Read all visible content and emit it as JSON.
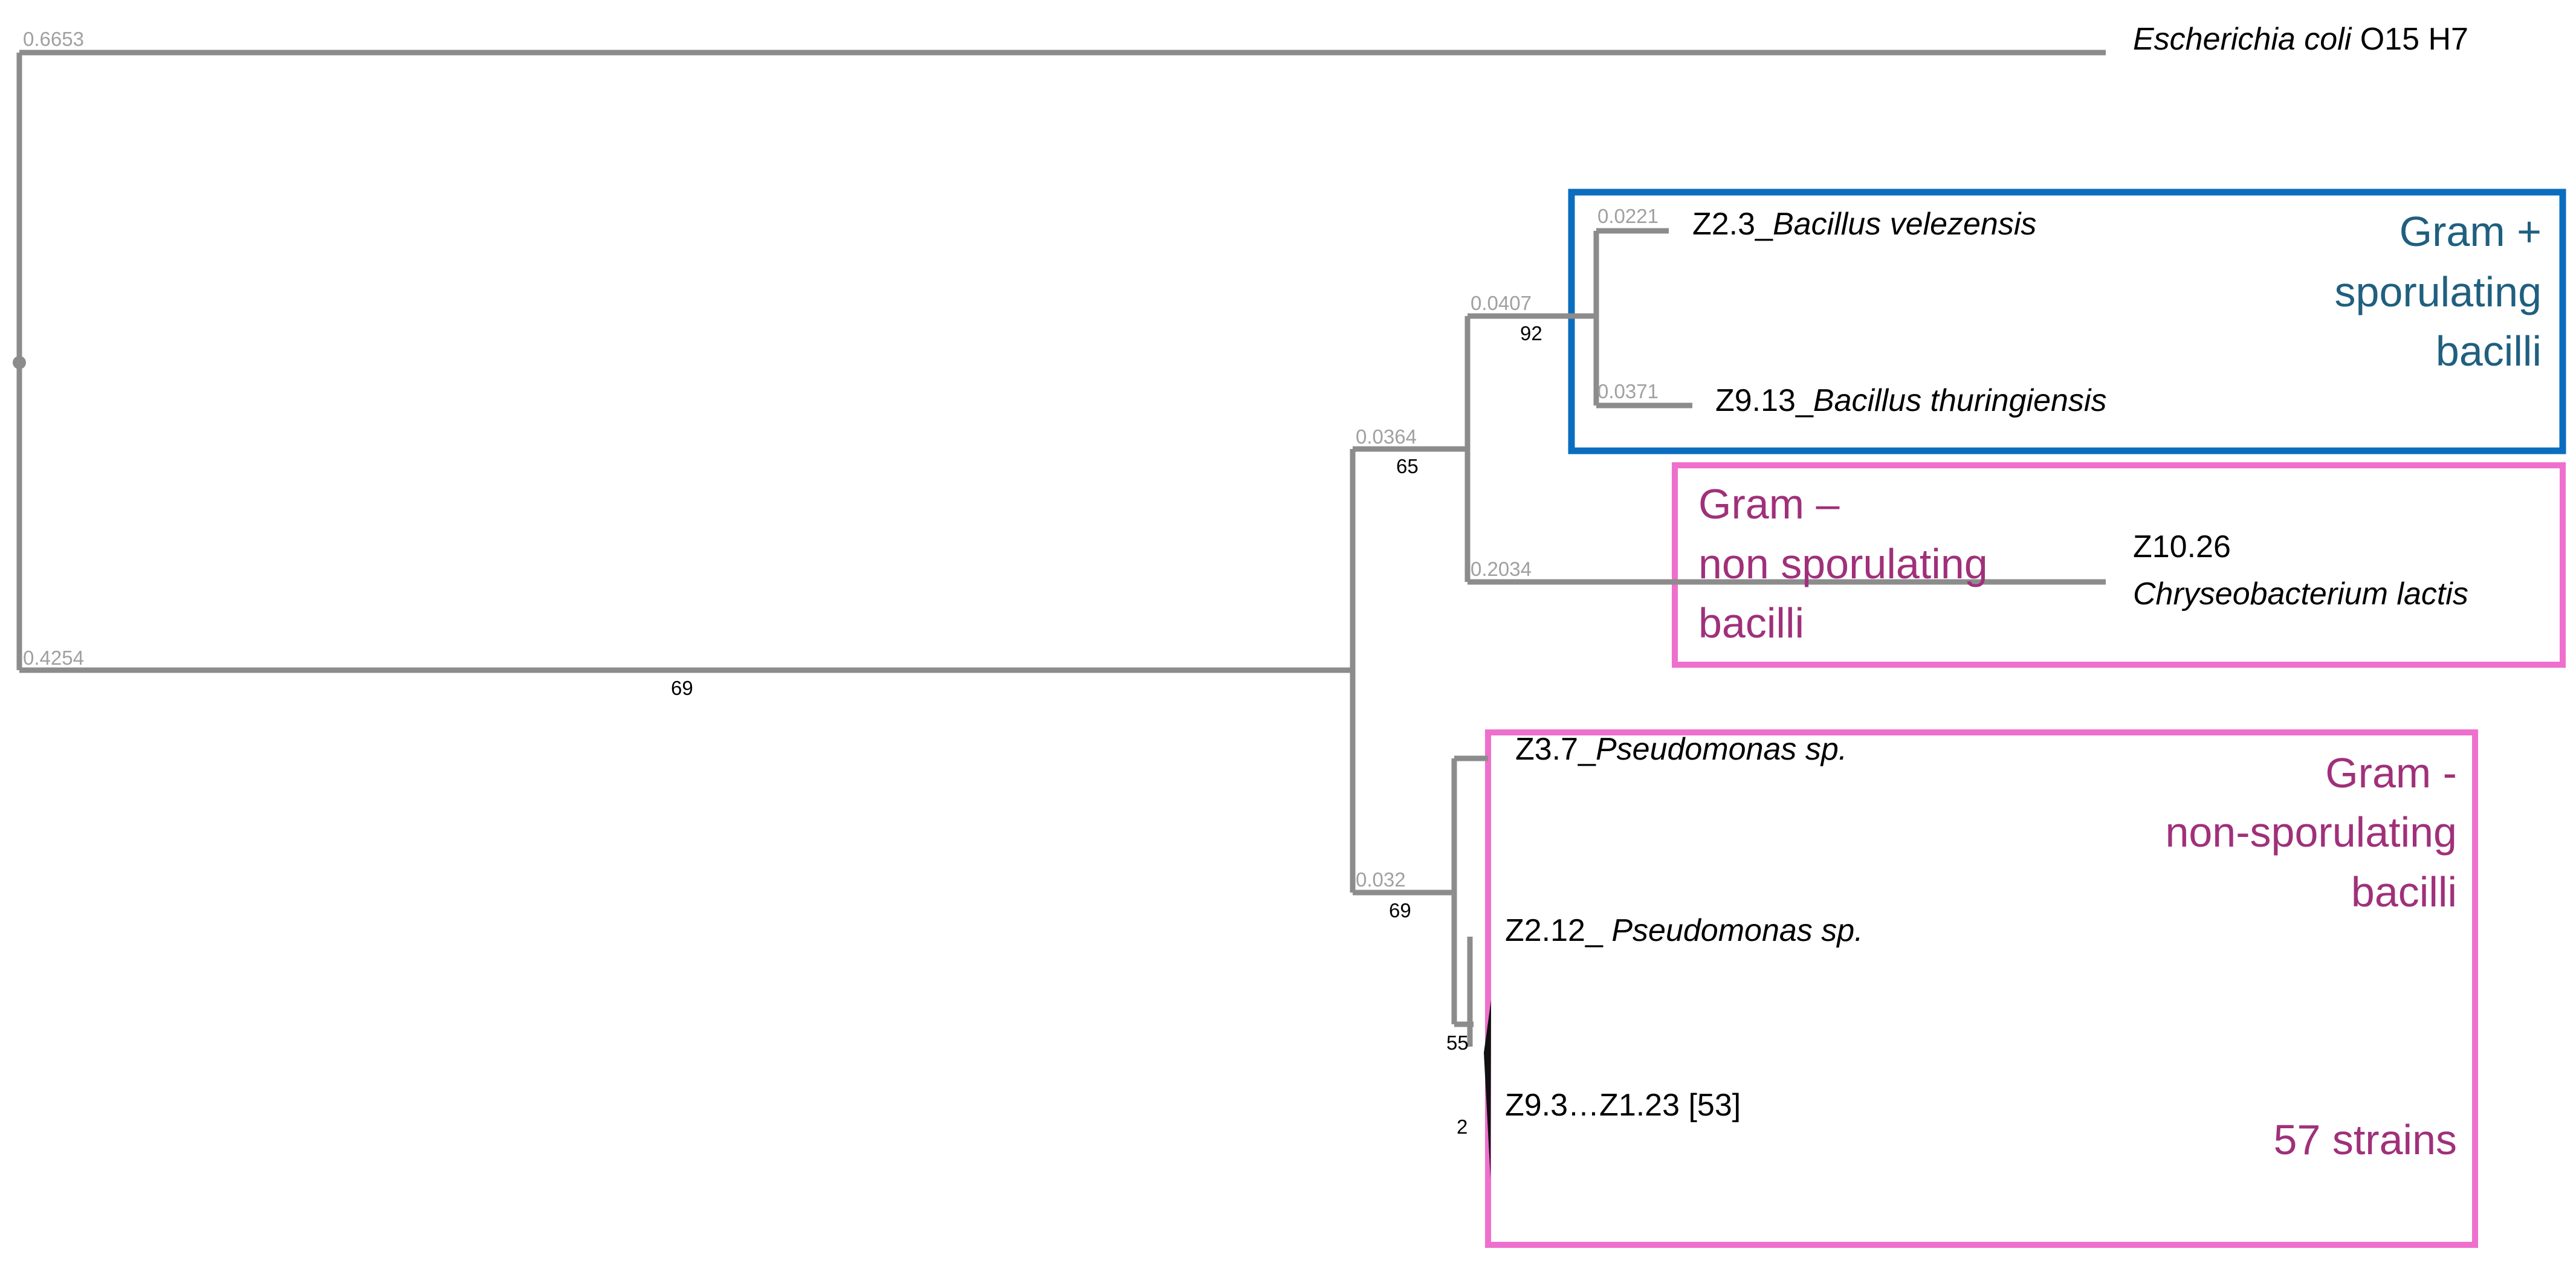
{
  "tree": {
    "colors": {
      "branch": "#8c8c8c",
      "branch_length_label": "#a0a0a0",
      "blue_box": "#0b6dbf",
      "blue_text": "#1f5f7f",
      "pink_box": "#ef6fcd",
      "pink_text": "#a0307a"
    },
    "branch_lengths": {
      "ecoli": "0.6653",
      "ingroup": "0.4254",
      "firmicutes_clade": "0.0364",
      "bacillus_pair": "0.0407",
      "b_velezensis": "0.0221",
      "b_thuringiensis": "0.0371",
      "chryseobacterium": "0.2034",
      "pseudomonas_clade": "0.032"
    },
    "bootstrap": {
      "ingroup": "69",
      "firmicutes_clade": "65",
      "bacillus_pair": "92",
      "pseudomonas_clade": "69",
      "pseudomonas_inner": "55",
      "collapsed": "2"
    },
    "tips": {
      "ecoli_name": "Escherichia coli",
      "ecoli_strain": " O15 H7",
      "z2_3_id": "Z2.3_",
      "z2_3_name": "Bacillus velezensis",
      "z9_13_id": "Z9.13_",
      "z9_13_name": "Bacillus thuringiensis",
      "z10_26_id": "Z10.26",
      "z10_26_name": "Chryseobacterium lactis",
      "z3_7_id": "Z3.7_",
      "z3_7_name": "Pseudomonas sp.",
      "z2_12_id": "Z2.12_ ",
      "z2_12_name": "Pseudomonas sp.",
      "collapsed_label": "Z9.3…Z1.23 [53]"
    },
    "groups": {
      "gram_pos_line1": "Gram +",
      "gram_pos_line2": "sporulating",
      "gram_pos_line3": "bacilli",
      "gram_neg1_line1": "Gram –",
      "gram_neg1_line2": "non sporulating",
      "gram_neg1_line3": "bacilli",
      "gram_neg2_line1": "Gram -",
      "gram_neg2_line2": "non-sporulating",
      "gram_neg2_line3": "bacilli",
      "strains_count": "57 strains"
    }
  }
}
